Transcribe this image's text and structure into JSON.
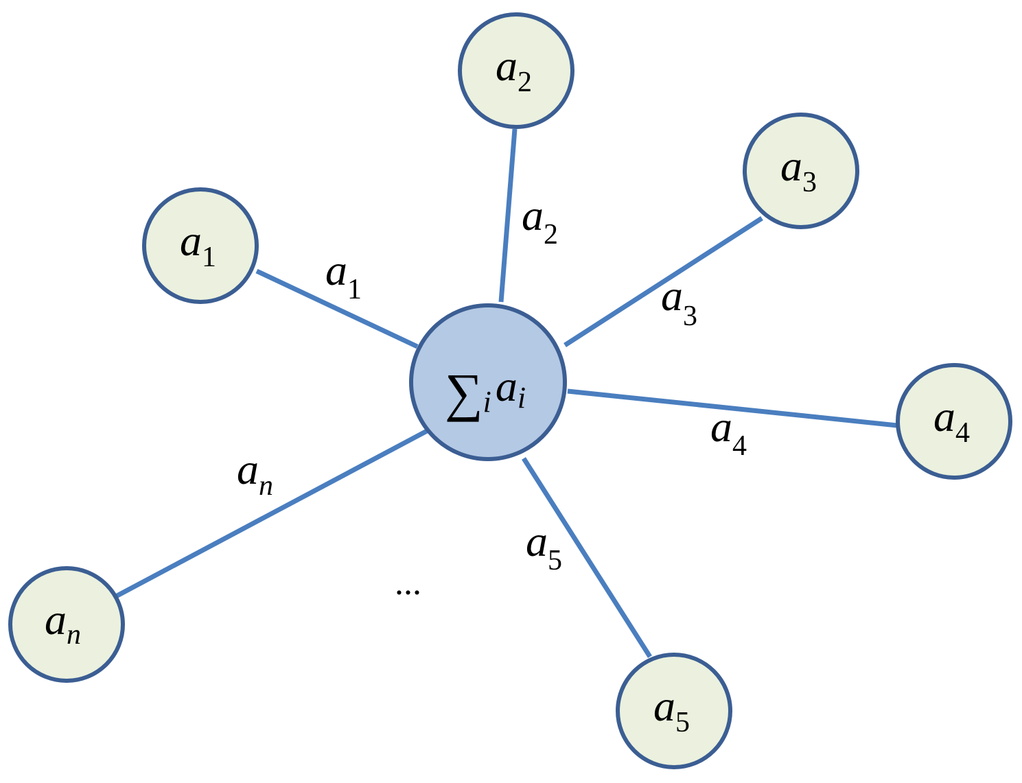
{
  "hub": {
    "sum_symbol": "∑",
    "sum_index": "i",
    "var": "a",
    "var_sub": "i"
  },
  "leaves": [
    {
      "id": "1",
      "var": "a",
      "sub": "1"
    },
    {
      "id": "2",
      "var": "a",
      "sub": "2"
    },
    {
      "id": "3",
      "var": "a",
      "sub": "3"
    },
    {
      "id": "4",
      "var": "a",
      "sub": "4"
    },
    {
      "id": "5",
      "var": "a",
      "sub": "5"
    },
    {
      "id": "n",
      "var": "a",
      "sub": "n"
    }
  ],
  "edges": [
    {
      "id": "1",
      "var": "a",
      "sub": "1"
    },
    {
      "id": "2",
      "var": "a",
      "sub": "2"
    },
    {
      "id": "3",
      "var": "a",
      "sub": "3"
    },
    {
      "id": "4",
      "var": "a",
      "sub": "4"
    },
    {
      "id": "5",
      "var": "a",
      "sub": "5"
    },
    {
      "id": "n",
      "var": "a",
      "sub": "n"
    }
  ],
  "ellipsis": "..."
}
